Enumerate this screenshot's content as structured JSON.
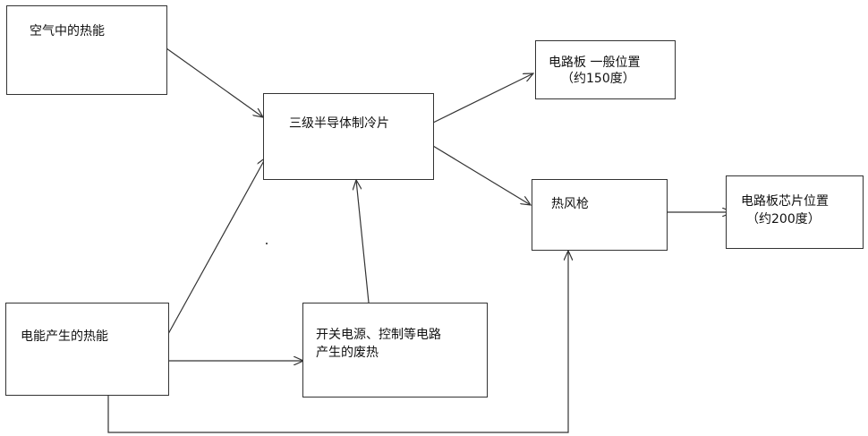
{
  "nodes": {
    "air_heat": {
      "text": "空气中的热能"
    },
    "tec": {
      "text": "三级半导体制冷片"
    },
    "board_normal": {
      "line1": "电路板 一般位置",
      "line2": "（约150度）"
    },
    "heat_gun": {
      "text": "热风枪"
    },
    "board_chip": {
      "line1": "电路板芯片位置",
      "line2": "（约200度）"
    },
    "electric_heat": {
      "text": "电能产生的热能"
    },
    "waste_heat": {
      "line1": "开关电源、控制等电路",
      "line2": "产生的废热"
    }
  },
  "colors": {
    "line": "#333333",
    "text": "#111111"
  }
}
